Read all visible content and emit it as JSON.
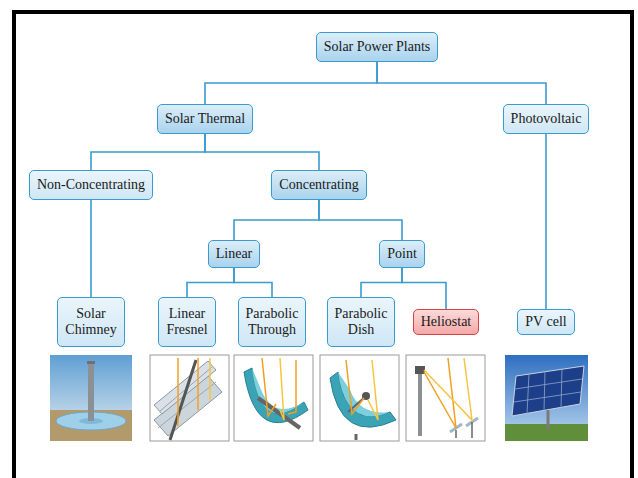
{
  "diagram": {
    "nodes": [
      {
        "text": [
          "Solar Power Plants"
        ]
      },
      {
        "text": [
          "Solar Thermal"
        ]
      },
      {
        "text": [
          "Photovoltaic"
        ]
      },
      {
        "text": [
          "Non-Concentrating"
        ]
      },
      {
        "text": [
          "Concentrating"
        ]
      },
      {
        "text": [
          "Linear"
        ]
      },
      {
        "text": [
          "Point"
        ]
      },
      {
        "text": [
          "Solar Chimney"
        ]
      },
      {
        "text": [
          "Linear Fresnel"
        ]
      },
      {
        "text": [
          "Parabolic Through"
        ]
      },
      {
        "text": [
          "Parabolic Dish"
        ]
      },
      {
        "text": [
          "Heliostat"
        ]
      },
      {
        "text": [
          "PV cell"
        ]
      }
    ],
    "edges": [
      {
        "from": 0,
        "to": 1,
        "arrow": "none"
      },
      {
        "from": 0,
        "to": 2,
        "arrow": "none"
      },
      {
        "from": 1,
        "to": 3,
        "arrow": "none"
      },
      {
        "from": 1,
        "to": 4,
        "arrow": "none"
      },
      {
        "from": 3,
        "to": 7,
        "arrow": "none"
      },
      {
        "from": 4,
        "to": 5,
        "arrow": "none"
      },
      {
        "from": 4,
        "to": 6,
        "arrow": "none"
      },
      {
        "from": 5,
        "to": 8,
        "arrow": "none"
      },
      {
        "from": 5,
        "to": 9,
        "arrow": "none"
      },
      {
        "from": 6,
        "to": 10,
        "arrow": "none"
      },
      {
        "from": 6,
        "to": 11,
        "arrow": "none"
      },
      {
        "from": 2,
        "to": 12,
        "arrow": "none"
      }
    ]
  }
}
